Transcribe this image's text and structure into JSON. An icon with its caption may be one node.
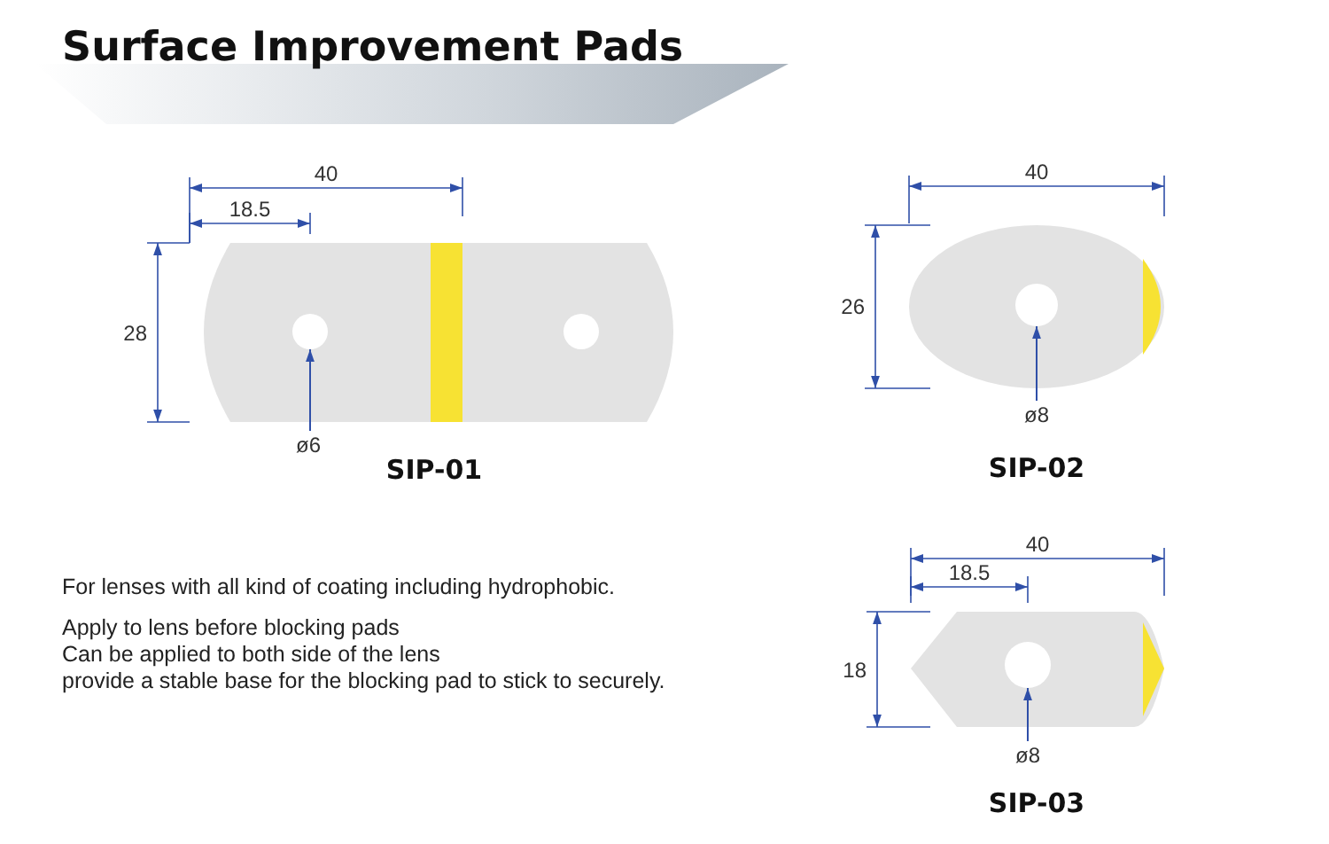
{
  "diagram": {
    "title": "Surface Improvement Pads",
    "nodes": [
      {
        "text": [],
        "shape": "box"
      },
      {
        "text": [],
        "shape": "circle",
        "in": 0
      },
      {
        "text": [
          "ø6"
        ]
      },
      {
        "text": [],
        "shape": "ellipse"
      },
      {
        "text": [],
        "shape": "circle",
        "in": 3
      },
      {
        "text": [
          "ø8"
        ]
      },
      {
        "text": [],
        "shape": "hexagon"
      },
      {
        "text": [],
        "shape": "circle",
        "in": 6
      },
      {
        "text": [
          "ø8"
        ]
      }
    ],
    "edges": [
      {
        "from": 2,
        "to": 1,
        "arrow": "to"
      },
      {
        "from": 5,
        "to": 4,
        "arrow": "to"
      },
      {
        "from": 8,
        "to": 7,
        "arrow": "to"
      }
    ],
    "labels": [
      "40",
      "18.5",
      "28",
      "40",
      "26",
      "40",
      "18.5",
      "18",
      "SIP-01",
      "SIP-02",
      "For lenses with all kind of coating including hydrophobic.",
      "Apply to lens before blocking pads",
      "Can be applied to both side of the lens",
      "provide a stable base for the blocking pad to stick to securely.",
      "SIP-03"
    ]
  }
}
